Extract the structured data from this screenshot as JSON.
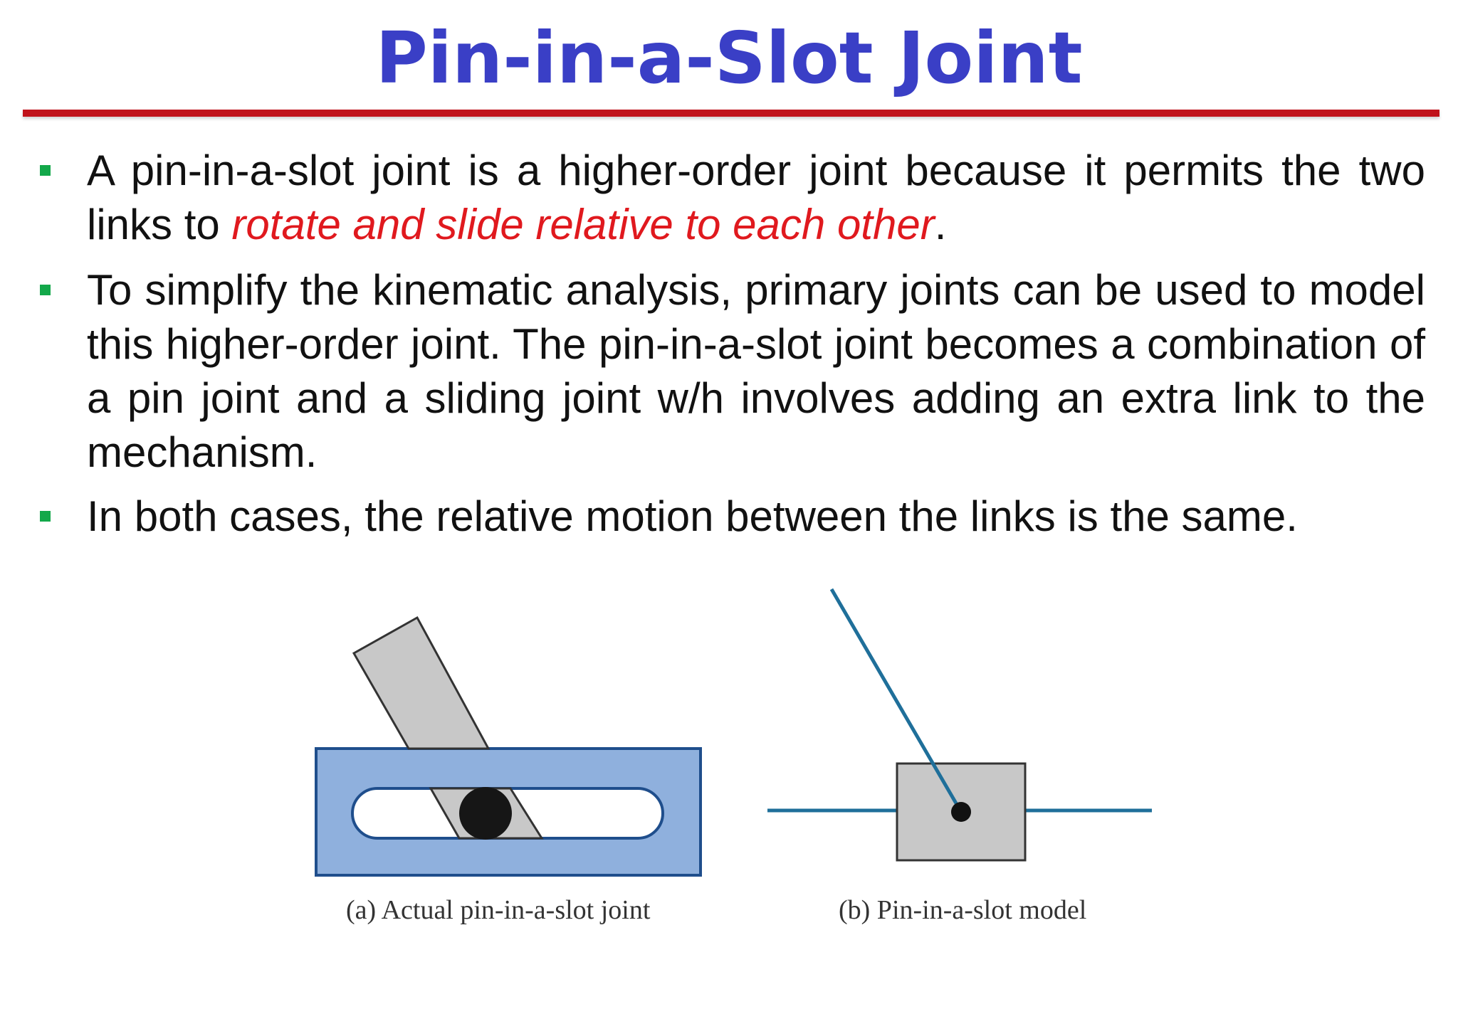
{
  "slide": {
    "title": "Pin-in-a-Slot Joint",
    "bullets": [
      {
        "text_before": "A pin-in-a-slot joint is a higher-order joint because it permits the two links to ",
        "emphasis": "rotate and slide relative to each other",
        "text_after": "."
      },
      {
        "text": "To simplify the kinematic analysis, primary joints can be used to model this higher-order joint. The pin-in-a-slot joint becomes a combination of a pin joint and a sliding joint w/h involves adding an extra link to the mechanism."
      },
      {
        "text": "In both cases, the relative motion between the links is the same."
      }
    ]
  },
  "figure": {
    "caption_a": "(a) Actual pin-in-a-slot joint",
    "caption_b": "(b) Pin-in-a-slot model"
  },
  "colors": {
    "title": "#3a3fc6",
    "rule": "#c0121a",
    "bullet_marker": "#13a84a",
    "emphasis": "#e0191e",
    "slotted_link": "#8fb0dd",
    "link_gray": "#c8c8c8",
    "model_line": "#1f6f9a"
  }
}
